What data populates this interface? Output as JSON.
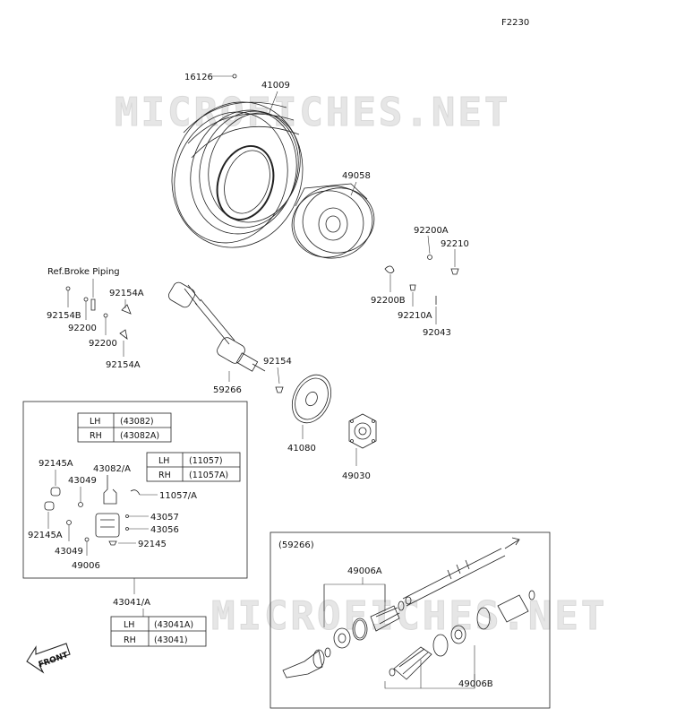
{
  "figure_code": "F2230",
  "watermark": "MICROFICHES.NET",
  "labels": {
    "p16126": "16126",
    "p41009": "41009",
    "p49058": "49058",
    "p92200A": "92200A",
    "p92210": "92210",
    "p92200B": "92200B",
    "p92210A": "92210A",
    "p92043": "92043",
    "ref_brake": "Ref.Broke Piping",
    "p92154A_top": "92154A",
    "p92154B": "92154B",
    "p92200_a": "92200",
    "p92200_b": "92200",
    "p92154A_bot": "92154A",
    "p92154": "92154",
    "p59266": "59266",
    "p41080": "41080",
    "p49030": "49030",
    "p92145A_top": "92145A",
    "p43082A": "43082/A",
    "p43049_top": "43049",
    "p11057A": "11057/A",
    "p43057": "43057",
    "p43056": "43056",
    "p92145": "92145",
    "p92145A_bot": "92145A",
    "p43049_bot": "43049",
    "p49006": "49006",
    "p43041A": "43041/A",
    "inset_title": "(59266)",
    "p49006A": "49006A",
    "p49006B": "49006B",
    "front": "FRONT"
  },
  "tables": {
    "t43082": {
      "rows": [
        {
          "side": "LH",
          "part": "(43082)"
        },
        {
          "side": "RH",
          "part": "(43082A)"
        }
      ]
    },
    "t11057": {
      "rows": [
        {
          "side": "LH",
          "part": "(11057)"
        },
        {
          "side": "RH",
          "part": "(11057A)"
        }
      ]
    },
    "t43041": {
      "rows": [
        {
          "side": "LH",
          "part": "(43041A)"
        },
        {
          "side": "RH",
          "part": "(43041)"
        }
      ]
    }
  }
}
